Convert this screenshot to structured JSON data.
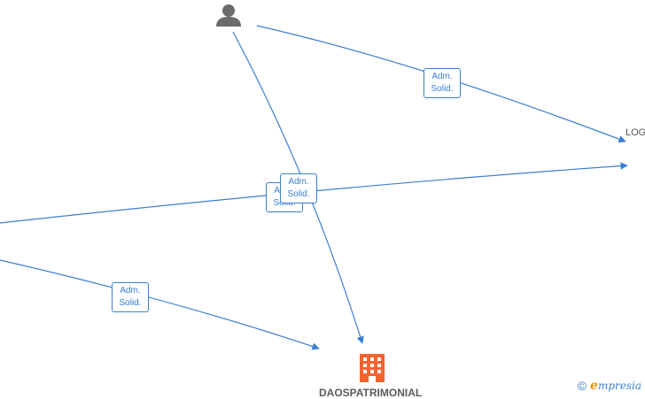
{
  "colors": {
    "edge": "#3a7fd0",
    "person_icon": "#6b6b6b",
    "company_icon": "#f26430",
    "label_text": "#5a5a5a"
  },
  "nodes": {
    "company": {
      "name": "DAOSPATRIMONIAL",
      "icon": "building-icon"
    },
    "log": {
      "name": "LOG"
    },
    "person": {
      "icon": "person-icon"
    }
  },
  "edges": [
    {
      "id": "e1",
      "label_line1": "Adm.",
      "label_line2": "Solid."
    },
    {
      "id": "e2",
      "label_line1": "Adm.",
      "label_line2": "Solid."
    },
    {
      "id": "e3",
      "label_line1": "Adm.",
      "label_line2": "Solid."
    },
    {
      "id": "e4",
      "label_line1": "Adm.",
      "label_line2": "Solid."
    }
  ],
  "watermark": {
    "copyright": "©",
    "brand_initial": "e",
    "brand_rest": "mpresia"
  }
}
